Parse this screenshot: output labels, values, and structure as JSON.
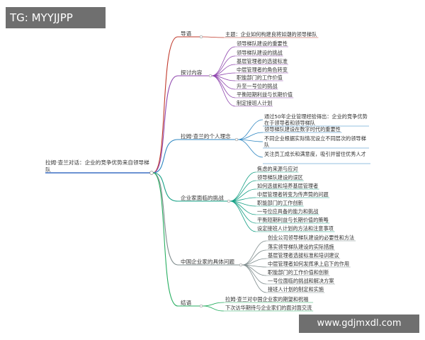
{
  "watermark_top": "TG: MYYJJPP",
  "watermark_bottom": "www.gdjmxdl.com",
  "root": "拉姆·查兰对话：企业的竞争优势来自领导梯队",
  "branches": [
    {
      "label": "导语",
      "children": [
        "主题：企业如何构建良将如潮的领导梯队"
      ]
    },
    {
      "label": "探讨内容",
      "children": [
        "领导梯队建设的重要性",
        "领导梯队建设的挑战",
        "基层管理者的选拔标准",
        "中层管理者的角色转变",
        "职能部门的工作价值",
        "升至一号位的挑战",
        "平衡短期利益与长期价值",
        "制定接班人计划"
      ]
    },
    {
      "label": "拉姆·查兰的个人理念",
      "children": [
        "通过50年企业管理经验得出：企业的竞争优势在于领导者和领导梯队",
        "领导梯队建设在数字时代的重要性",
        "不同企业根据实际情况设立不同层次的领导梯队",
        "关注员工成长和满意度，吸引并留住优秀人才"
      ]
    },
    {
      "label": "企业家面临的挑战",
      "children": [
        "焦虑的来源与应对",
        "领导梯队建设的误区",
        "如何选拔和培养基层管理者",
        "中层管理者转变为传声筒的问题",
        "职能部门的工作创新",
        "一号位应具备的能力和挑战",
        "平衡短期利益与长期价值的策略",
        "设定接班人计划的方法和注意事项"
      ]
    },
    {
      "label": "中国企业家的具体问题",
      "children": [
        "创业公司领导梯队建设的必要性和方法",
        "落实领导梯队建设的实际措施",
        "基层管理者选拔标准和培训建议",
        "中层管理者如何发挥承上启下的作用",
        "职能部门的工作价值和创新",
        "一号位面临的挑战和解决方案",
        "接班人计划的制定和实施"
      ]
    },
    {
      "label": "结语",
      "children": [
        "拉姆·查兰对中国企业家的期望和祝福",
        "下次访华期待与企业家们的面对面交流"
      ]
    }
  ],
  "colors": {
    "root_line": "#3b6fc4",
    "branch_colors": [
      "#c0392b",
      "#8e44ad",
      "#2e86c1",
      "#16a085",
      "#7f8c8d",
      "#27ae60"
    ]
  }
}
